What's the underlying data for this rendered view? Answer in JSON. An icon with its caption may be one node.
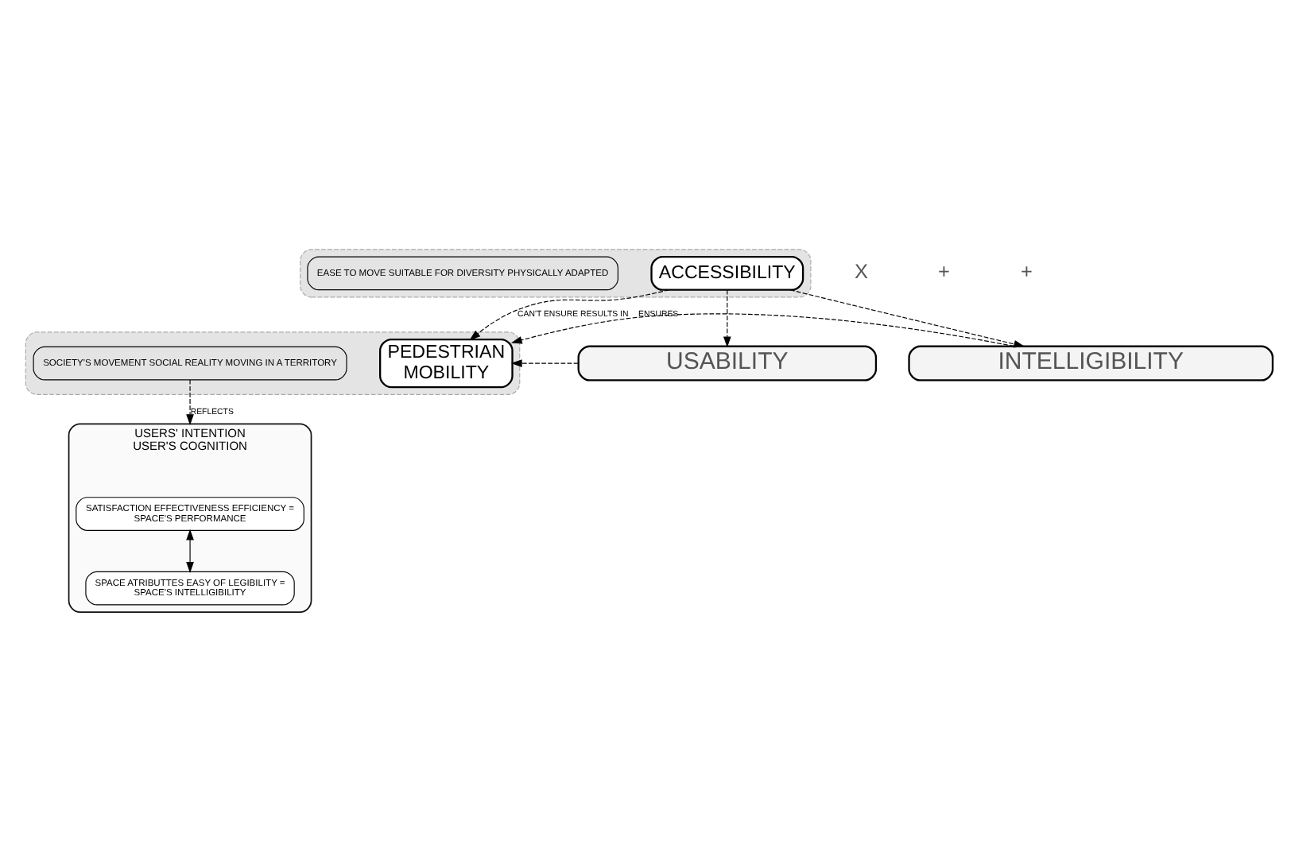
{
  "diagram": {
    "nodes": [
      {
        "text": [],
        "shape": "box"
      },
      {
        "text": [
          "ACCESSIBILITY"
        ],
        "in": 0
      },
      {
        "text": [
          "EASE TO MOVE SUITABLE FOR DIVERSITY PHYSICALLY ADAPTED"
        ],
        "in": 0
      },
      {
        "text": [],
        "shape": "box"
      },
      {
        "text": [
          "PEDESTRIAN",
          "MOBILITY"
        ],
        "in": 3
      },
      {
        "text": [
          "SOCIETY'S MOVEMENT SOCIAL REALITY MOVING IN A TERRITORY"
        ],
        "in": 3
      },
      {
        "text": [
          "USERS' INTENTION",
          "USER'S COGNITION"
        ]
      },
      {
        "text": [
          "SATISFACTION EFFECTIVENESS EFFICIENCY =",
          "SPACE'S PERFORMANCE"
        ],
        "in": 6
      },
      {
        "text": [
          "SPACE ATRIBUTTES EASY OF LEGIBILITY =",
          "SPACE'S INTELLIGIBILITY"
        ],
        "in": 6
      },
      {
        "text": [
          "USABILITY"
        ]
      },
      {
        "text": [
          "INTELLIGIBILITY"
        ]
      }
    ],
    "edges": [
      {
        "from": 1,
        "to": 4,
        "arrow": "to",
        "style": "dashed",
        "label": "CAN'T ENSURE RESULTS IN"
      },
      {
        "from": 7,
        "to": 8,
        "arrow": "both"
      },
      {
        "from": 1,
        "to": 9,
        "arrow": "to",
        "style": "dashed"
      },
      {
        "from": 1,
        "to": 10,
        "arrow": "to",
        "style": "dashed"
      },
      {
        "from": 5,
        "to": 6,
        "arrow": "to",
        "style": "dashed",
        "label": "REFLECTS"
      },
      {
        "from": 10,
        "to": 4,
        "arrow": "to",
        "style": "dashed",
        "label": "ENSURES"
      },
      {
        "from": 9,
        "to": 4,
        "arrow": "to",
        "style": "dashed"
      }
    ],
    "labels": [
      "X",
      "+",
      "+"
    ]
  }
}
